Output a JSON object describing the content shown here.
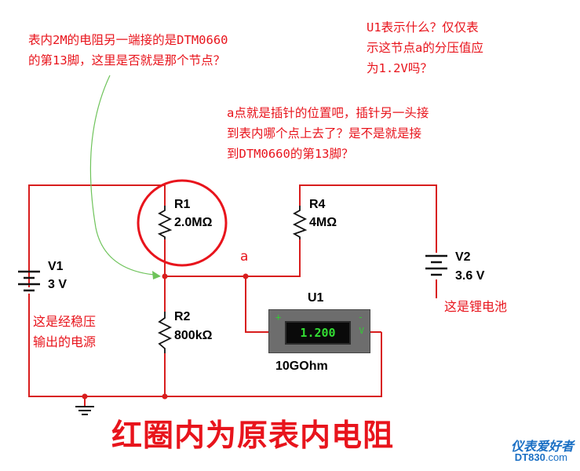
{
  "notes": {
    "top_left": "表内2M的电阻另一端接的是DTM0660\n的第13脚，这里是否就是那个节点？",
    "top_right": "U1表示什么？仅仅表\n示这节点a的分压值应\n为1.2V吗？",
    "middle_right": "a点就是插针的位置吧，插针另一头接\n到表内哪个点上去了？是不是就是接\n到DTM0660的第13脚？"
  },
  "components": {
    "r1": {
      "name": "R1",
      "value": "2.0MΩ"
    },
    "r2": {
      "name": "R2",
      "value": "800kΩ"
    },
    "r4": {
      "name": "R4",
      "value": "4MΩ"
    },
    "v1": {
      "name": "V1",
      "value": "3 V"
    },
    "v2": {
      "name": "V2",
      "value": "3.6 V"
    },
    "u1": {
      "name": "U1",
      "reading": "1.200",
      "resistance": "10GOhm",
      "plus": "+",
      "minus": "-",
      "unit": "V"
    }
  },
  "node_label": "a",
  "annotations": {
    "v1_note": "这是经稳压\n输出的电源",
    "v2_note": "这是锂电池"
  },
  "caption": "红圈内为原表内电阻",
  "watermark": {
    "cn": "仪表爱好者",
    "site_main": "DT830",
    "site_tld": ".com"
  },
  "colors": {
    "wire": "#d81e1e",
    "annotation": "#e8141c",
    "pointer": "#6ec35a",
    "meter_display": "#33dd33"
  }
}
